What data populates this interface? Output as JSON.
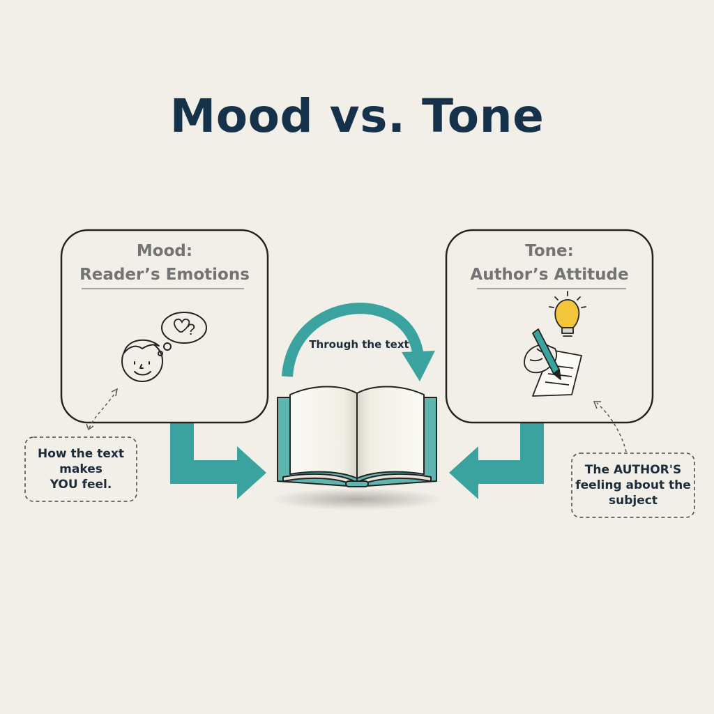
{
  "title": "Mood vs. Tone",
  "mood_box": {
    "line1": "Mood:",
    "line2": "Reader’s Emotions"
  },
  "tone_box": {
    "line1": "Tone:",
    "line2": "Author’s Attitude"
  },
  "mood_callout": [
    "How the text",
    "makes",
    "YOU feel."
  ],
  "tone_callout": [
    "The AUTHOR'S",
    "feeling about the",
    "subject"
  ],
  "thought_glyph": "?",
  "arc_label": "Through the text",
  "colors": {
    "background": "#f2efe8",
    "title": "#16324a",
    "teal": "#3aa39f",
    "box_stroke": "#222222",
    "bulb": "#f3c53a"
  },
  "icons": [
    "face-icon",
    "thought-bubble-icon",
    "heart-icon",
    "book-icon",
    "hand-writing-icon",
    "pen-icon",
    "lightbulb-icon",
    "paper-icon"
  ]
}
